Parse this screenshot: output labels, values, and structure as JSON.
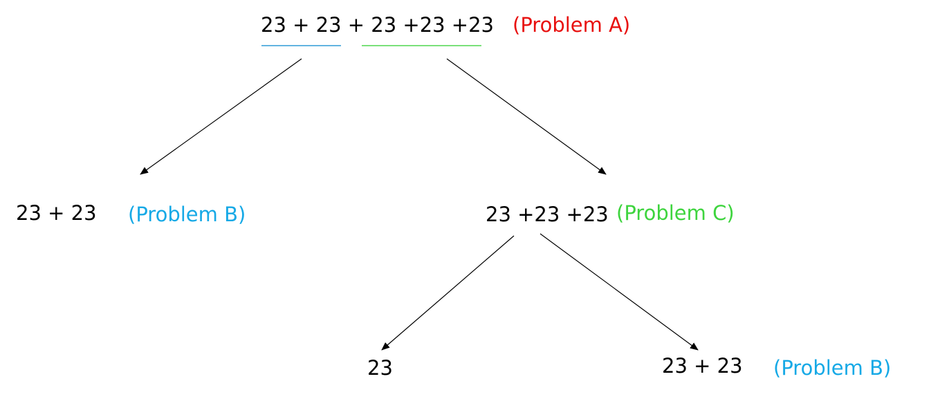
{
  "nodes": {
    "root": {
      "expression": "23 + 23 + 23 +23 +23",
      "label": "(Problem A)",
      "label_color": "#e8100f"
    },
    "left": {
      "expression": "23 + 23",
      "label": "(Problem B)",
      "label_color": "#16a9e6"
    },
    "right": {
      "expression": "23 +23 +23",
      "label": "(Problem C)",
      "label_color": "#3ed43e"
    },
    "right_left": {
      "expression": "23"
    },
    "right_right": {
      "expression": "23 + 23",
      "label": "(Problem B)",
      "label_color": "#16a9e6"
    }
  },
  "underline_colors": {
    "first_part": "#2f9bd6",
    "second_part": "#4fd64f"
  },
  "edge_color": "#000000"
}
